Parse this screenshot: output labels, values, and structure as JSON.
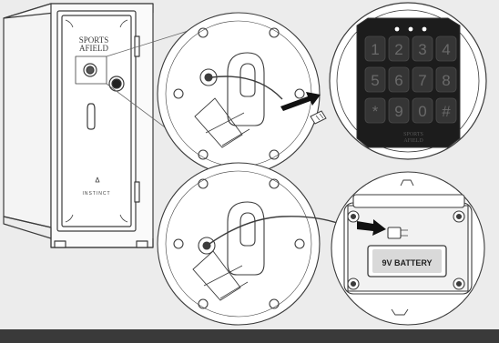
{
  "safe": {
    "brand_line1": "SPORTS",
    "brand_line2": "AFIELD",
    "model": "INSTINCT"
  },
  "keypad": {
    "keys": [
      "1",
      "2",
      "3",
      "4",
      "5",
      "6",
      "7",
      "8",
      "*",
      "9",
      "0",
      "#"
    ],
    "brand_line1": "SPORTS",
    "brand_line2": "AFIELD"
  },
  "battery": {
    "label": "9V BATTERY"
  },
  "colors": {
    "background": "#ececec",
    "line": "#3c3c3c",
    "keypad_face": "#1c1c1c",
    "key_fill": "#353535",
    "bottom_bar": "#3a3a3a"
  }
}
